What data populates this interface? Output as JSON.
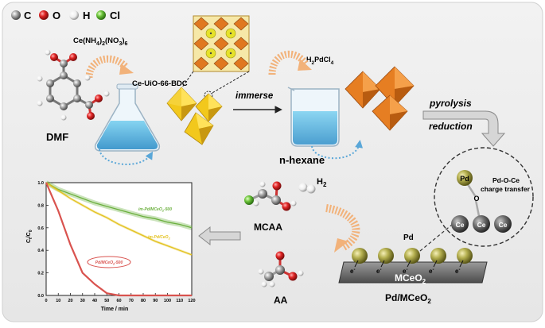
{
  "legend": {
    "items": [
      {
        "label": "C",
        "color": "#8a8a8a"
      },
      {
        "label": "O",
        "color": "#d42a2a"
      },
      {
        "label": "H",
        "color": "#f2f2f2"
      },
      {
        "label": "Cl",
        "color": "#6cc43a"
      }
    ]
  },
  "labels": {
    "ce_reagent_main": "Ce(NH",
    "ce_reagent_s1": "4",
    "ce_reagent_mid": ")",
    "ce_reagent_s2": "2",
    "ce_reagent_mid2": "(NO",
    "ce_reagent_s3": "3",
    "ce_reagent_mid3": ")",
    "ce_reagent_s4": "6",
    "mof": "Ce-UiO-66-BDC",
    "solvent": "DMF",
    "immerse": "immerse",
    "pd_precursor_main": "H",
    "pd_precursor_s1": "2",
    "pd_precursor_mid": "PdCl",
    "pd_precursor_s2": "4",
    "hexane": "n-hexane",
    "pyrolysis": "pyrolysis",
    "reduction": "reduction",
    "pd_atom": "Pd",
    "pd_o_ce_line1": "Pd-O-Ce",
    "pd_o_ce_line2": "charge transfer",
    "o_atom": "O",
    "ce_atom": "Ce",
    "catalyst_pd": "Pd",
    "support_main": "MCeO",
    "support_sub": "2",
    "electron": "e",
    "electron_sup": "-",
    "catalyst_main": "Pd/MCeO",
    "catalyst_sub": "2",
    "mcaa": "MCAA",
    "h2_main": "H",
    "h2_sub": "2",
    "aa": "AA"
  },
  "chart_data": {
    "type": "line",
    "xlabel": "Time / min",
    "ylabel_main": "C",
    "ylabel_sub1": "t",
    "ylabel_mid": "/C",
    "ylabel_sub2": "0",
    "xlim": [
      0,
      120
    ],
    "ylim": [
      0,
      1.0
    ],
    "x_ticks": [
      "0",
      "10",
      "20",
      "30",
      "40",
      "50",
      "60",
      "70",
      "80",
      "90",
      "100",
      "110",
      "120"
    ],
    "y_ticks": [
      "0.0",
      "0.2",
      "0.4",
      "0.6",
      "0.8",
      "1.0"
    ],
    "series": [
      {
        "name": "im-Pd/MCeO2-500",
        "label_main": "im-Pd/MCeO",
        "label_sub": "2",
        "label_end": "-500",
        "color": "#6bb03e",
        "x": [
          0,
          10,
          20,
          30,
          40,
          50,
          60,
          70,
          80,
          90,
          100,
          110,
          120
        ],
        "y": [
          1.0,
          0.94,
          0.9,
          0.86,
          0.82,
          0.79,
          0.76,
          0.73,
          0.7,
          0.68,
          0.65,
          0.63,
          0.6
        ]
      },
      {
        "name": "im-Pd/CeO2",
        "label_main": "im-Pd/CeO",
        "label_sub": "2",
        "label_end": "",
        "color": "#e3c21f",
        "x": [
          0,
          10,
          20,
          30,
          40,
          50,
          60,
          70,
          80,
          90,
          100,
          110,
          120
        ],
        "y": [
          1.0,
          0.93,
          0.86,
          0.8,
          0.74,
          0.69,
          0.63,
          0.58,
          0.53,
          0.48,
          0.44,
          0.4,
          0.36
        ]
      },
      {
        "name": "Pd/MCeO2-500",
        "label_main": "Pd/MCeO",
        "label_sub": "2",
        "label_end": "-500",
        "color": "#d9534f",
        "x": [
          0,
          10,
          20,
          30,
          40,
          50,
          60,
          70,
          80,
          90,
          100,
          110,
          120
        ],
        "y": [
          1.0,
          0.75,
          0.45,
          0.2,
          0.1,
          0.02,
          0.0,
          0.0,
          0.0,
          0.0,
          0.0,
          0.0,
          0.0
        ]
      }
    ]
  }
}
